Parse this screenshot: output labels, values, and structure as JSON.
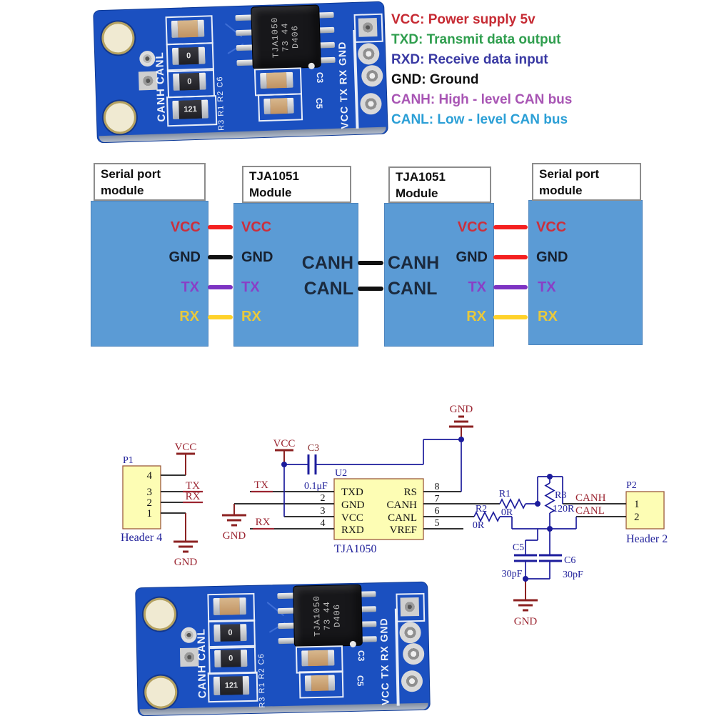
{
  "colors": {
    "pcb_blue": "#1b50c0",
    "module_box_blue": "#5b9bd5",
    "wire_red": "#f42020",
    "wire_black": "#111111",
    "wire_purple": "#7d33c2",
    "wire_yellow": "#ffd22a",
    "schematic_wire_blue": "#1c1c9c",
    "schematic_pin_wire_black": "#141414",
    "schematic_power_red": "#8c2222",
    "schematic_net_label_red": "#9b2430",
    "schematic_designator_blue": "#20209a",
    "schematic_component_fill": "#fdfdb4"
  },
  "legend": {
    "items": [
      {
        "text": "VCC: Power supply 5v",
        "color": "#c62a33"
      },
      {
        "text": "TXD: Transmit data output",
        "color": "#2f9e4e"
      },
      {
        "text": "RXD: Receive data input",
        "color": "#3939a3"
      },
      {
        "text": "GND: Ground",
        "color": "#0f0f0f"
      },
      {
        "text": "CANH: High - level CAN bus",
        "color": "#a855b4"
      },
      {
        "text": "CANL: Low - level CAN bus",
        "color": "#2b9fd6"
      }
    ]
  },
  "pcb": {
    "left_label": "CANH CANL",
    "right_label": "VCC TX RX GND",
    "chip_line1": "TJA1050",
    "chip_line2": "73 44",
    "chip_line3": "D406",
    "res1": "0",
    "res2": "0",
    "res3": "121",
    "cap1_label": "C3",
    "cap2_label": "C5",
    "mid_label": "R3 R1 R2 C6"
  },
  "wiring": {
    "serial_title_l1": "Serial port",
    "serial_title_l2": "module",
    "tja_title": "TJA1051 Module",
    "pins": {
      "vcc": "VCC",
      "gnd": "GND",
      "tx": "TX",
      "rx": "RX",
      "canh": "CANH",
      "canl": "CANL"
    },
    "pin_colors": {
      "vcc": "#cb2f3c",
      "gnd": "#17202e",
      "tx": "#8a3fc6",
      "rx": "#e9c93b",
      "can": "#1b2a3e"
    },
    "wire_colors": {
      "red": "#f42020",
      "black": "#111111",
      "purple": "#7d33c2",
      "yellow": "#ffd22a"
    }
  },
  "schematic": {
    "p1": {
      "ref": "P1",
      "name": "Header 4",
      "pins": [
        "4",
        "3",
        "2",
        "1"
      ]
    },
    "p2": {
      "ref": "P2",
      "name": "Header 2",
      "pins": [
        "1",
        "2"
      ]
    },
    "u2": {
      "ref": "U2",
      "part": "TJA1050",
      "pins_left": [
        "TXD",
        "GND",
        "VCC",
        "RXD"
      ],
      "pins_right": [
        "RS",
        "CANH",
        "CANL",
        "VREF"
      ],
      "nums_left": [
        "2",
        "3",
        "4"
      ],
      "nums_right": [
        "8",
        "7",
        "6",
        "5"
      ]
    },
    "r1": {
      "ref": "R1",
      "value": "0R"
    },
    "r2": {
      "ref": "R2",
      "value": "0R"
    },
    "r3": {
      "ref": "R3",
      "value": "120R"
    },
    "c3": {
      "ref": "C3",
      "value": "0.1μF"
    },
    "c5": {
      "ref": "C5",
      "value": "30pF"
    },
    "c6": {
      "ref": "C6",
      "value": "30pF"
    },
    "nets": {
      "vcc": "VCC",
      "gnd": "GND",
      "tx": "TX",
      "rx": "RX",
      "canh": "CANH",
      "canl": "CANL"
    }
  }
}
